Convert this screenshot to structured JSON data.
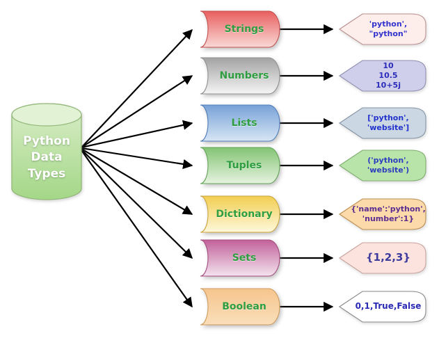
{
  "root_node": {
    "label": "Python\nData\nTypes"
  },
  "colors": {
    "type_label": "#2f9e41",
    "arrow": "#000000",
    "background": "#ffffff",
    "cylinder": {
      "body_top": "#d8edc7",
      "body_bottom": "#a4d787",
      "rim": "#e2f3d5",
      "border": "#93b779",
      "text": "#ffffff"
    }
  },
  "rows": [
    {
      "label": "Strings",
      "example": "'python', \"python\"",
      "colors": {
        "box_top": "#e85f5f",
        "box_bottom": "#f9d9d6",
        "box_border": "#c34f4f",
        "example_fill": "#fdeeec",
        "example_border": "#b9908f",
        "example_text": "#3232cd"
      }
    },
    {
      "label": "Numbers",
      "example": "10\n10.5\n10+5j",
      "colors": {
        "box_top": "#a3a3a3",
        "box_bottom": "#f5f5f5",
        "box_border": "#8f8f8f",
        "example_fill": "#cfcfeb",
        "example_border": "#9090b0",
        "example_text": "#2c2cbb"
      }
    },
    {
      "label": "Lists",
      "example": "['python', 'website']",
      "colors": {
        "box_top": "#78a2d8",
        "box_bottom": "#d7e6f5",
        "box_border": "#4f7cb8",
        "example_fill": "#ccd7e4",
        "example_border": "#8494a4",
        "example_text": "#2233cc"
      }
    },
    {
      "label": "Tuples",
      "example": "('python', 'website')",
      "colors": {
        "box_top": "#83c474",
        "box_bottom": "#e6f3df",
        "box_border": "#62a455",
        "example_fill": "#b9e4a9",
        "example_border": "#7fae6f",
        "example_text": "#2c3ec0"
      }
    },
    {
      "label": "Dictionary",
      "example": "{'name':'python',\n'number':1}",
      "colors": {
        "box_top": "#f2ce51",
        "box_bottom": "#fef8dc",
        "box_border": "#caa43e",
        "example_fill": "#fcdaa9",
        "example_border": "#bb8d52",
        "example_text": "#5c2d91"
      }
    },
    {
      "label": "Sets",
      "example": "{1,2,3}",
      "colors": {
        "box_top": "#c2619a",
        "box_bottom": "#f3e3ee",
        "box_border": "#a34b7e",
        "example_fill": "#fde3dd",
        "example_border": "#c9a39e",
        "example_text": "#3b3b9e"
      }
    },
    {
      "label": "Boolean",
      "example": "0,1,True,False",
      "colors": {
        "box_top": "#f6c58e",
        "box_bottom": "#fadfba",
        "box_border": "#cf9b5d",
        "example_fill": "#ffffff",
        "example_border": "#8a8a8a",
        "example_text": "#2a2ab5"
      }
    }
  ]
}
